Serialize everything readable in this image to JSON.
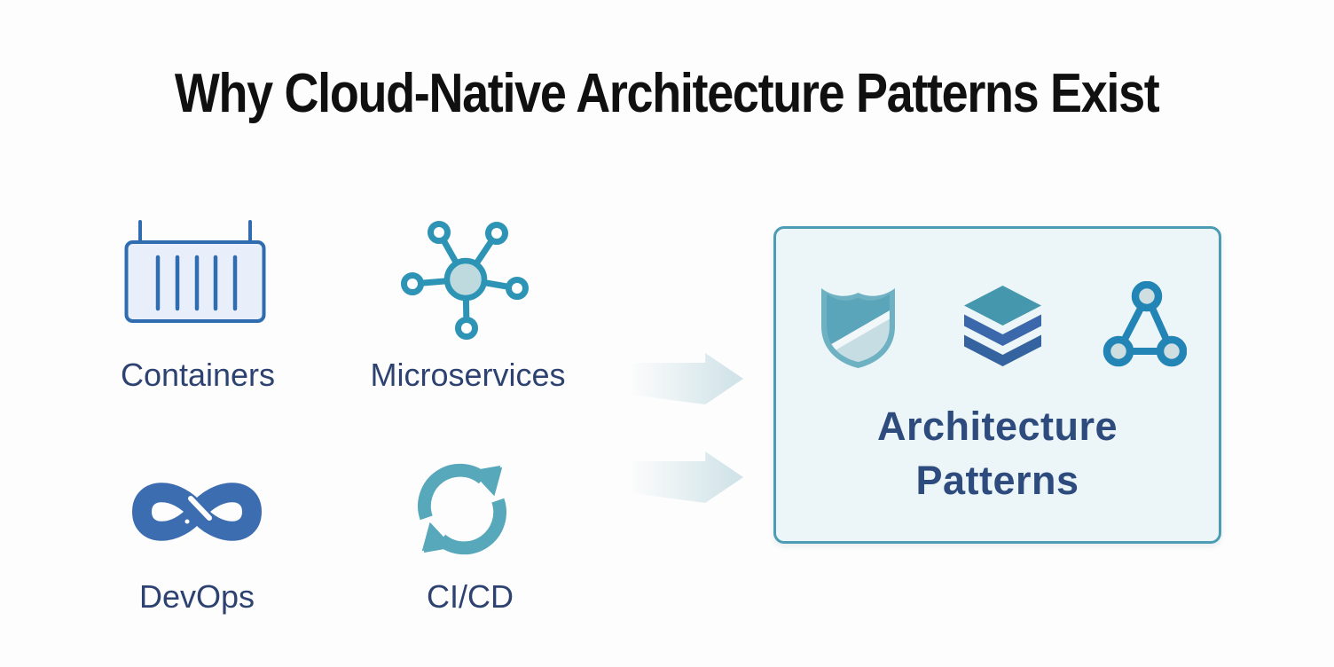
{
  "title": "Why Cloud-Native Architecture Patterns Exist",
  "features": [
    {
      "id": "containers",
      "label": "Containers",
      "icon": "container-icon"
    },
    {
      "id": "microservices",
      "label": "Microservices",
      "icon": "microservices-hub-icon"
    },
    {
      "id": "devops",
      "label": "DevOps",
      "icon": "infinity-icon"
    },
    {
      "id": "cicd",
      "label": "CI/CD",
      "icon": "cycle-arrows-icon"
    }
  ],
  "flow": {
    "arrow_count": 2,
    "direction": "right"
  },
  "result_box": {
    "line1": "Architecture",
    "line2": "Patterns",
    "icons": [
      "shield-icon",
      "layer-stack-icon",
      "network-triangle-icon"
    ]
  },
  "palette": {
    "title_text": "#101010",
    "label_text": "#2d4270",
    "container_blue": "#2f6cb0",
    "container_fill": "#e9effa",
    "microservices_teal": "#2e94b6",
    "microservices_hub_fill": "#bedade",
    "devops_blue": "#3c6db0",
    "cicd_teal": "#57a8ba",
    "arrow_fill": "#d2e4e9",
    "box_background": "#ecf5f7",
    "box_border": "#4c9cb4",
    "box_title_text": "#2e4b7e",
    "shield_teal": "#6db1c2",
    "shield_dark": "#5aa5ba",
    "shield_light": "#c6dde3",
    "stack_teal": "#4597ae",
    "stack_blue": "#3a68ab",
    "triangle_teal": "#2285b5"
  }
}
